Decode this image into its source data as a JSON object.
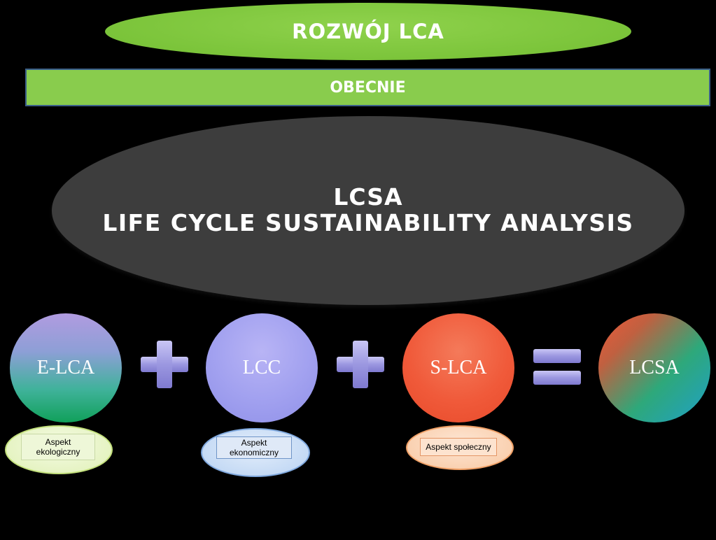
{
  "header": {
    "title": "ROZWÓJ LCA"
  },
  "subheader": {
    "label": "OBECNIE"
  },
  "main": {
    "line1": "LCSA",
    "line2": "LIFE CYCLE SUSTAINABILITY ANALYSIS"
  },
  "nodes": [
    {
      "label": "E-LCA",
      "color": "#11a05a"
    },
    {
      "label": "LCC",
      "color": "#a3a2f0"
    },
    {
      "label": "S-LCA",
      "color": "#f05a3a"
    },
    {
      "label": "LCSA",
      "color": "#1fa0c8"
    }
  ],
  "operators": [
    "plus",
    "plus",
    "equals"
  ],
  "aspects": [
    {
      "line1": "Aspekt",
      "line2": "ekologiczny"
    },
    {
      "line1": "Aspekt",
      "line2": "ekonomiczny"
    },
    {
      "text": "Aspekt społeczny"
    }
  ],
  "colors": {
    "background": "#000000",
    "title_green": "#7bc43a",
    "bar_green": "#89cc4d",
    "bar_border": "#3b5f8a",
    "central_ellipse": "#3d3d3d",
    "operator": "#9b97e0"
  }
}
